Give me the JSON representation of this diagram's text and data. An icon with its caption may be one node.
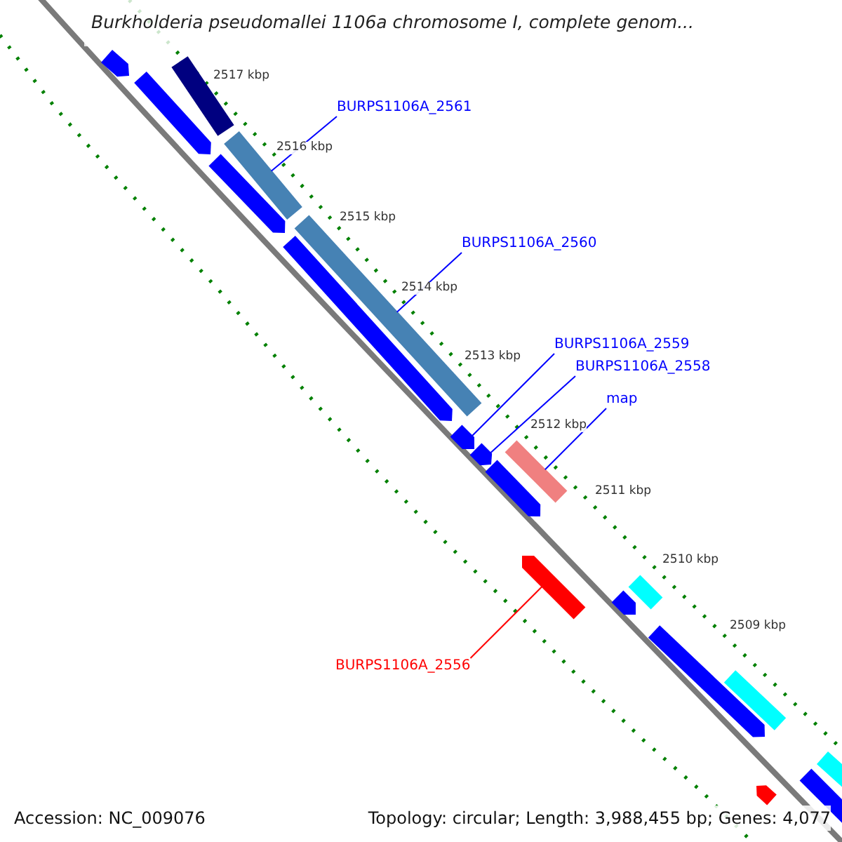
{
  "diagram": {
    "title": "Burkholderia pseudomallei 1106a chromosome I, complete genom...",
    "nodes": [
      {
        "text": [
          "BURPS1106A_2561"
        ]
      },
      {
        "text": [],
        "shape": "bar"
      },
      {
        "text": [
          "BURPS1106A_2560"
        ]
      },
      {
        "text": [],
        "shape": "bar"
      },
      {
        "text": [
          "BURPS1106A_2559"
        ]
      },
      {
        "text": [],
        "shape": "bar"
      },
      {
        "text": [
          "BURPS1106A_2558"
        ]
      },
      {
        "text": [],
        "shape": "bar"
      },
      {
        "text": [
          "map"
        ]
      },
      {
        "text": [],
        "shape": "bar"
      },
      {
        "text": [
          "BURPS1106A_2556"
        ]
      },
      {
        "text": [],
        "shape": "bar"
      },
      {
        "text": [],
        "shape": "bar"
      },
      {
        "text": [],
        "shape": "bar"
      },
      {
        "text": [],
        "shape": "bar"
      },
      {
        "text": [],
        "shape": "bar"
      },
      {
        "text": [],
        "shape": "bar"
      },
      {
        "text": [],
        "shape": "bar"
      },
      {
        "text": [],
        "shape": "bar"
      },
      {
        "text": [],
        "shape": "bar"
      },
      {
        "text": [],
        "shape": "bar"
      },
      {
        "text": [],
        "shape": "bar"
      },
      {
        "text": [],
        "shape": "bar"
      },
      {
        "text": [],
        "shape": "bar"
      },
      {
        "text": [],
        "shape": "bar"
      }
    ],
    "edges": [
      {
        "from": 0,
        "to": 1,
        "arrow": "none"
      },
      {
        "from": 2,
        "to": 3,
        "arrow": "none"
      },
      {
        "from": 4,
        "to": 5,
        "arrow": "none"
      },
      {
        "from": 6,
        "to": 7,
        "arrow": "none"
      },
      {
        "from": 8,
        "to": 9,
        "arrow": "none"
      },
      {
        "from": 10,
        "to": 11,
        "arrow": "none",
        "color": "#ff0000"
      }
    ],
    "labels": [
      "2517 kbp",
      "2516 kbp",
      "2515 kbp",
      "2514 kbp",
      "2513 kbp",
      "2512 kbp",
      "2511 kbp",
      "2510 kbp",
      "2509 kbp",
      "Accession: NC_009076",
      "Topology: circular; Length: 3,988,455 bp; Genes: 4,077"
    ]
  }
}
